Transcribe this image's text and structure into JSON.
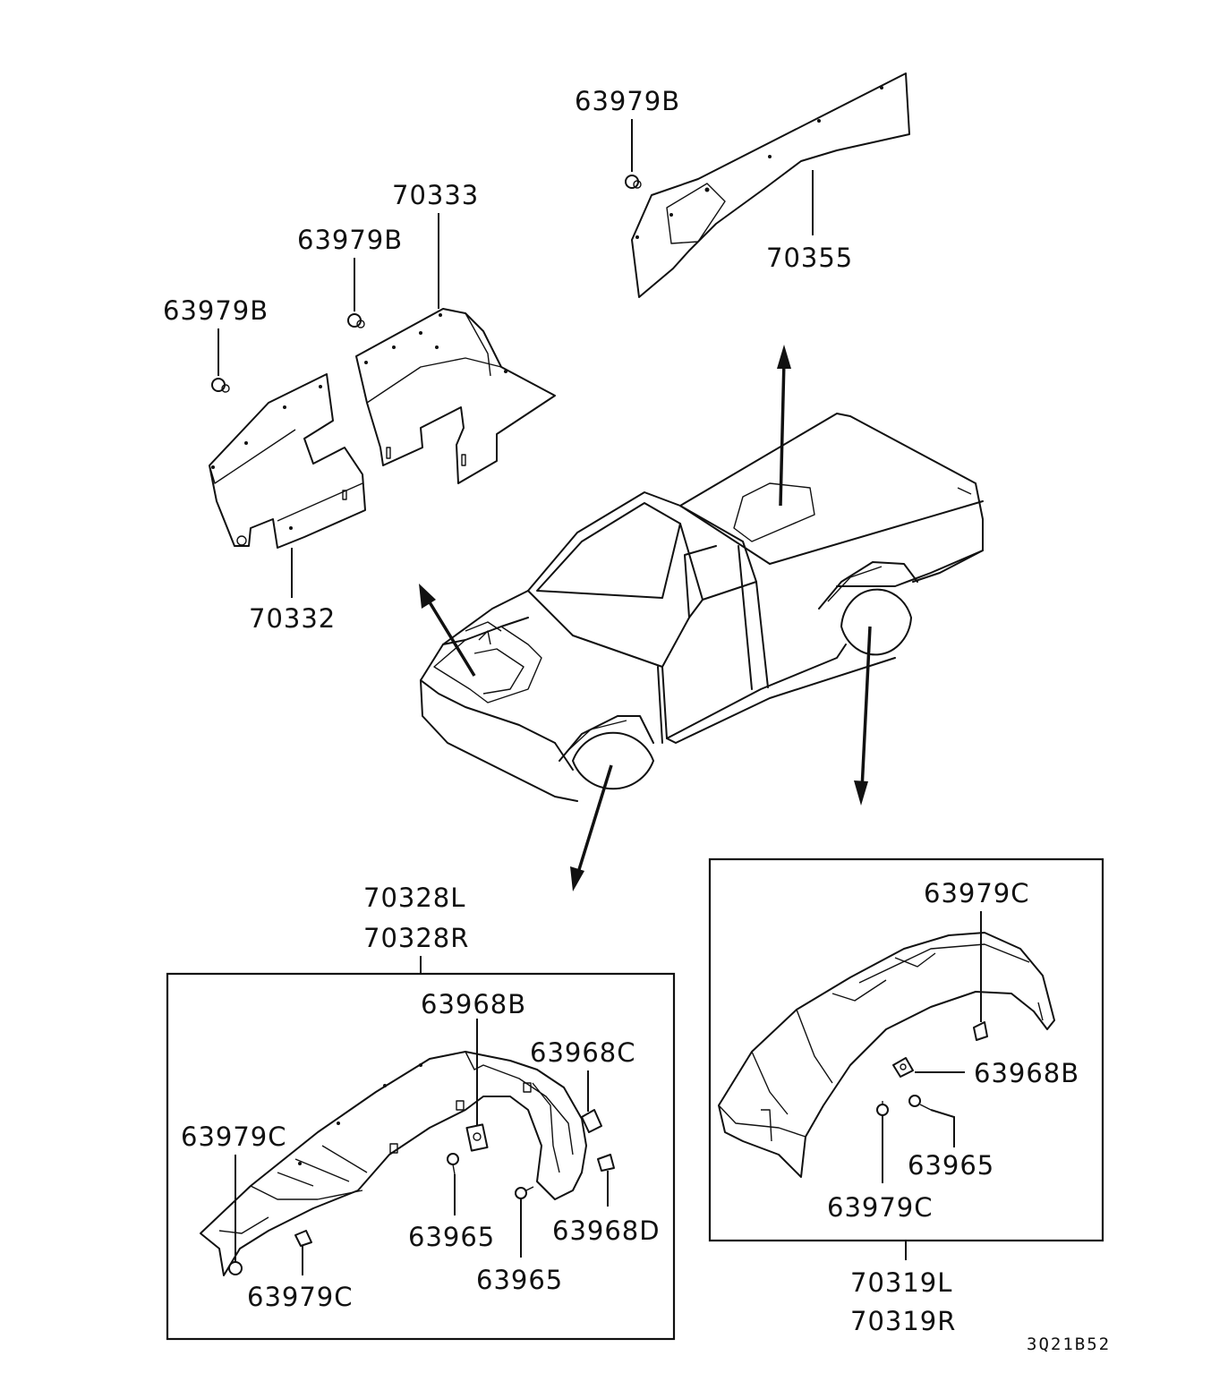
{
  "labels": {
    "upper_left_clip": "63979B",
    "upper_mid_clip": "63979B",
    "upper_right_clip": "63979B",
    "part_70333": "70333",
    "part_70355": "70355",
    "part_70332": "70332",
    "front_splash_left": "70328L",
    "front_splash_right": "70328R",
    "front_box": {
      "nut_63968b": "63968B",
      "nut_63968c": "63968C",
      "clip_63979c_left": "63979C",
      "screw_63965_a": "63965",
      "nut_63968d": "63968D",
      "screw_63965_b": "63965",
      "clip_63979c_bottom": "63979C"
    },
    "rear_box": {
      "clip_63979c_top": "63979C",
      "nut_63968b": "63968B",
      "screw_63965": "63965",
      "clip_63979c_bottom": "63979C"
    },
    "rear_splash_left": "70319L",
    "rear_splash_right": "70319R"
  },
  "diagram_code": "3Q21B52"
}
